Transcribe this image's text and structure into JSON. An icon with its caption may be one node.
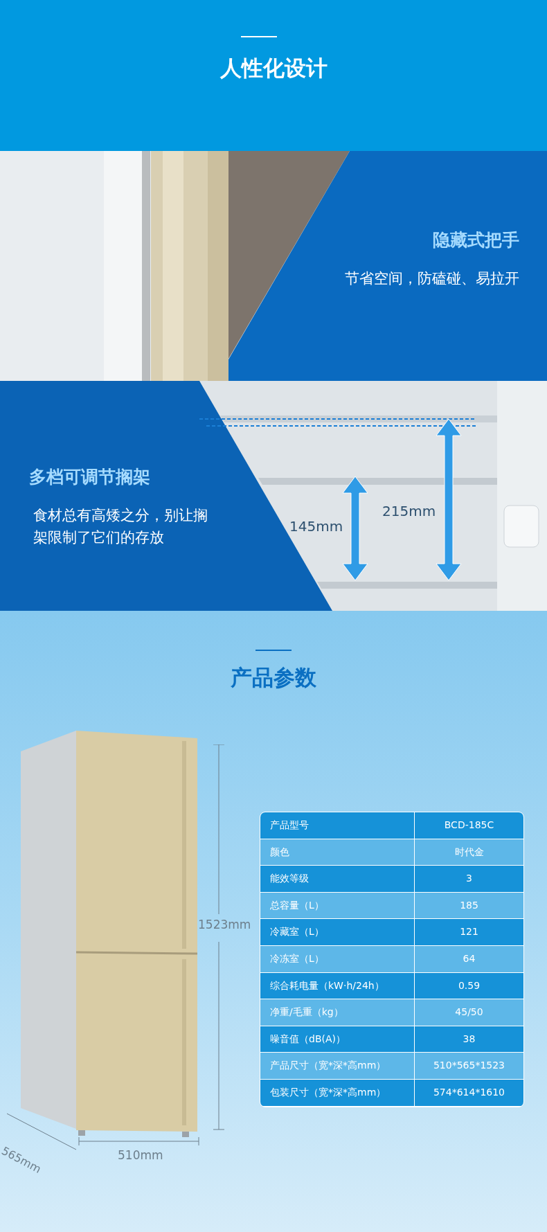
{
  "diagram": {
    "labels": [
      "人性化设计",
      "隐藏式把手",
      "节省空间，防磕碰、易拉开",
      "多档可调节搁架",
      "食材总有高矮之分，别让搁架限制了它们的存放",
      "215mm",
      "145mm",
      "产品参数",
      "1523mm",
      "产品型号",
      "BCD-185C",
      "颜色",
      "时代金",
      "能效等级",
      "3",
      "总容量（L）",
      "185",
      "冷藏室（L）",
      "121",
      "冷冻室（L）",
      "64",
      "综合耗电量（kW·h/24h）",
      "0.59",
      "净重/毛重（kg）",
      "45/50",
      "噪音值（dB(A)）",
      "38",
      "产品尺寸（宽*深*高mm）",
      "510*565*1523",
      "包装尺寸（宽*深*高mm）",
      "574*614*1610",
      "565mm",
      "510mm"
    ]
  }
}
